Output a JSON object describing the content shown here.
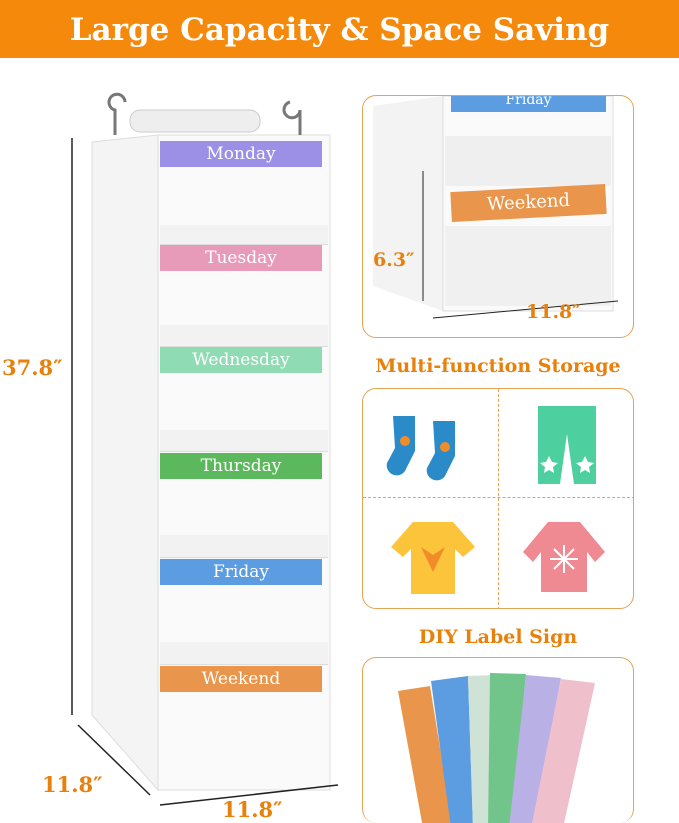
{
  "banner": {
    "title": "Large Capacity & Space Saving"
  },
  "organizer": {
    "labels": [
      {
        "text": "Monday",
        "color": "#9b8fe6"
      },
      {
        "text": "Tuesday",
        "color": "#e89ab9"
      },
      {
        "text": "Wednesday",
        "color": "#8fdcb4"
      },
      {
        "text": "Thursday",
        "color": "#5cb85c"
      },
      {
        "text": "Friday",
        "color": "#5c9de2"
      },
      {
        "text": "Weekend",
        "color": "#e9964c"
      }
    ]
  },
  "dimensions": {
    "height": "37.8″",
    "depth": "11.8″",
    "width": "11.8″"
  },
  "detail": {
    "top_label": "Friday",
    "label": "Weekend",
    "height": "6.3″",
    "width": "11.8″"
  },
  "storage": {
    "heading": "Multi-function Storage",
    "items": [
      "socks-icon",
      "pants-icon",
      "fox-sweater-icon",
      "snowflake-sweater-icon"
    ]
  },
  "diy": {
    "heading": "DIY Label Sign",
    "strip_colors": [
      "#e9964c",
      "#5c9de2",
      "#cfe2d6",
      "#72c58a",
      "#b9b0e6",
      "#efc0cc"
    ]
  },
  "accent": "#f5890c"
}
